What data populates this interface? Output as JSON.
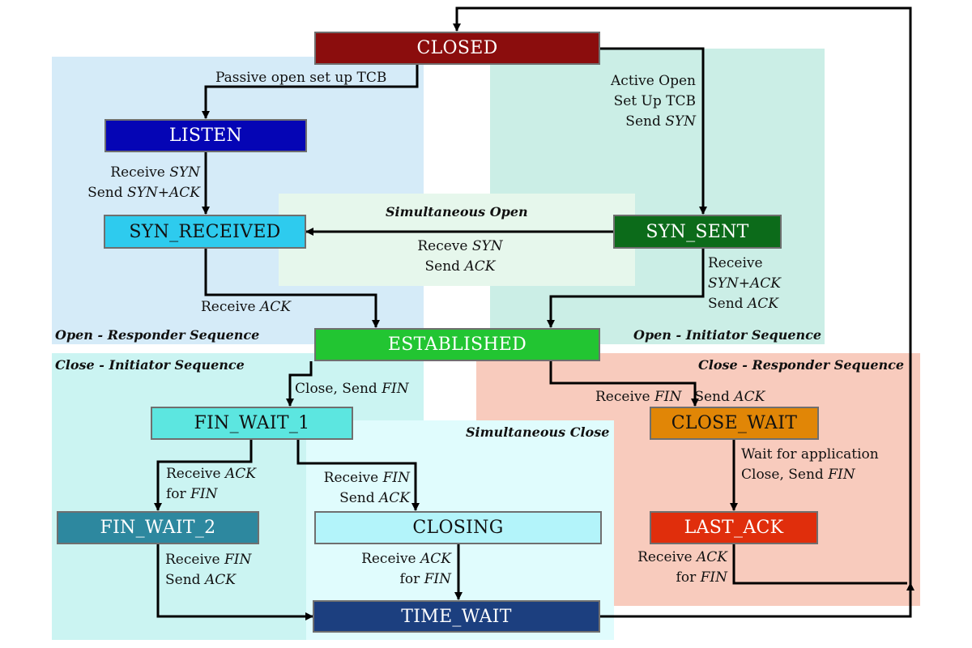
{
  "diagram": {
    "title": "TCP Connection State Diagram"
  },
  "regions": {
    "open_responder": {
      "title": "Open - Responder  Sequence",
      "color": "#d5ebf8"
    },
    "open_initiator": {
      "title": "Open - Initiator Sequence",
      "color": "#cbeee6"
    },
    "simultaneous_open": {
      "title": "Simultaneous Open",
      "color": "#e6f7ec"
    },
    "close_initiator": {
      "title": "Close - Initiator Sequence",
      "color": "#cbf4f2"
    },
    "close_responder": {
      "title": "Close - Responder  Sequence",
      "color": "#f8cbbd"
    },
    "simultaneous_close": {
      "title": "Simultaneous Close",
      "color": "#e0fcfd"
    }
  },
  "states": {
    "closed": {
      "label": "CLOSED",
      "color": "#8b0d0d"
    },
    "listen": {
      "label": "LISTEN",
      "color": "#0505b5"
    },
    "syn_received": {
      "label": "SYN_RECEIVED",
      "color": "#2ecbee"
    },
    "syn_sent": {
      "label": "SYN_SENT",
      "color": "#0c6b1a"
    },
    "established": {
      "label": "ESTABLISHED",
      "color": "#22c532"
    },
    "fin_wait_1": {
      "label": "FIN_WAIT_1",
      "color": "#5ce6e0"
    },
    "fin_wait_2": {
      "label": "FIN_WAIT_2",
      "color": "#2d889f"
    },
    "closing": {
      "label": "CLOSING",
      "color": "#b3f4fa"
    },
    "time_wait": {
      "label": "TIME_WAIT",
      "color": "#1c3f7f"
    },
    "close_wait": {
      "label": "CLOSE_WAIT",
      "color": "#e18606"
    },
    "last_ack": {
      "label": "LAST_ACK",
      "color": "#e02e0c"
    }
  },
  "transitions": {
    "passive_open": [
      "Passive open set up TCB"
    ],
    "active_open": [
      "Active Open",
      "Set Up TCB",
      "Send ",
      "SYN"
    ],
    "listen_to_synrcvd": [
      "Receive ",
      "SYN",
      "Send ",
      "SYN+ACK"
    ],
    "simul_open": [
      "Receve ",
      "SYN",
      "Send ",
      "ACK"
    ],
    "synrcvd_to_est": [
      "Receive ",
      "ACK"
    ],
    "synsent_to_est": [
      "Receive",
      "SYN+ACK",
      "Send ",
      "ACK"
    ],
    "est_to_finwait1": [
      "Close, Send ",
      "FIN"
    ],
    "est_to_closewait": [
      "Receive ",
      "FIN",
      "Send ",
      "ACK"
    ],
    "finwait1_to_finwait2": [
      "Receive ",
      "ACK",
      "for ",
      "FIN"
    ],
    "finwait1_to_closing": [
      "Receive ",
      "FIN",
      "Send ",
      "ACK"
    ],
    "finwait2_to_timewait": [
      "Receive ",
      "FIN",
      "Send ",
      "ACK"
    ],
    "closing_to_timewait": [
      "Receive ",
      "ACK",
      "for ",
      "FIN"
    ],
    "closewait_to_lastack": [
      "Wait for application",
      "Close, Send ",
      "FIN"
    ],
    "lastack_to_closed": [
      "Receive ",
      "ACK",
      "for ",
      "FIN"
    ]
  }
}
